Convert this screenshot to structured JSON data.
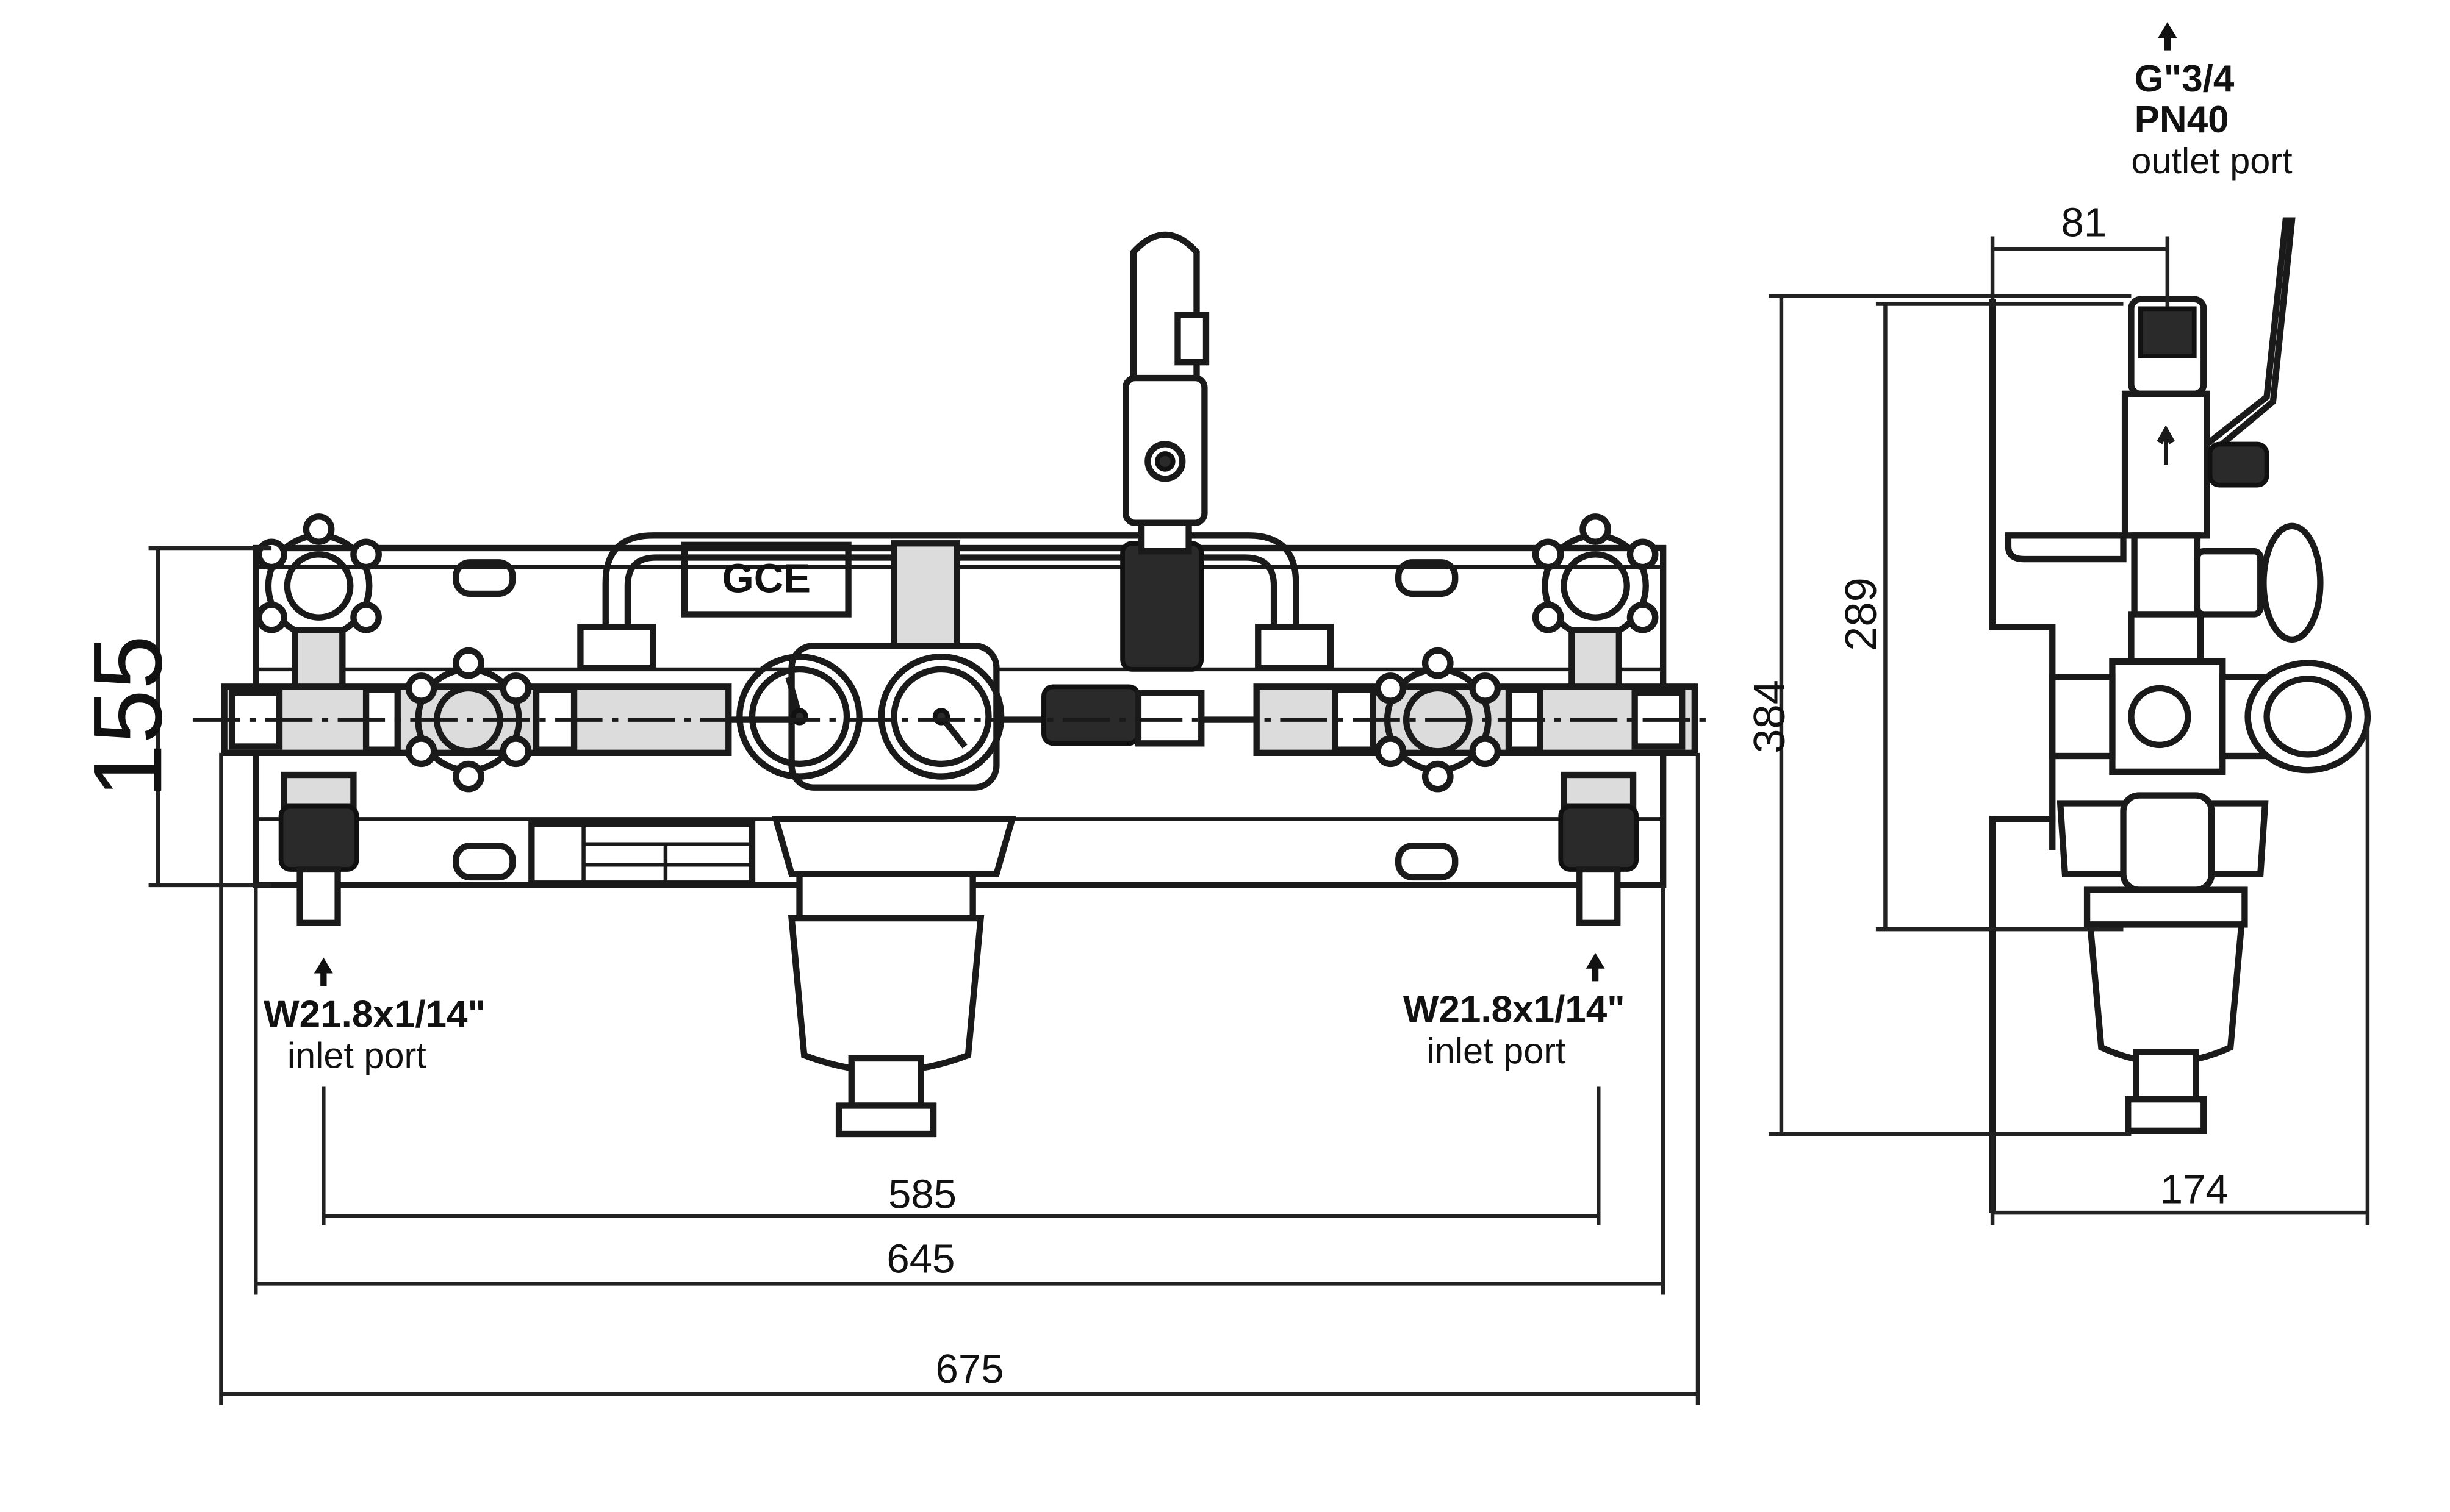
{
  "labels": {
    "inlet_left_thread": "W21.8x1/14\"",
    "inlet_left_text": "inlet port",
    "inlet_right_thread": "W21.8x1/14\"",
    "inlet_right_text": "inlet port",
    "outlet_thread": "G\"3/4",
    "outlet_pressure": "PN40",
    "outlet_text": "outlet port",
    "brand": "GCE"
  },
  "dimensions": {
    "width_overall": "675",
    "width_panel": "645",
    "inlet_spacing": "585",
    "height_front": "155",
    "depth_overall": "174",
    "outlet_offset": "81",
    "height_total": "384",
    "height_outlet": "289"
  },
  "icons": {
    "arrow": "up-arrow-icon",
    "handwheel": "handwheel-icon",
    "gauge": "pressure-gauge-icon"
  }
}
